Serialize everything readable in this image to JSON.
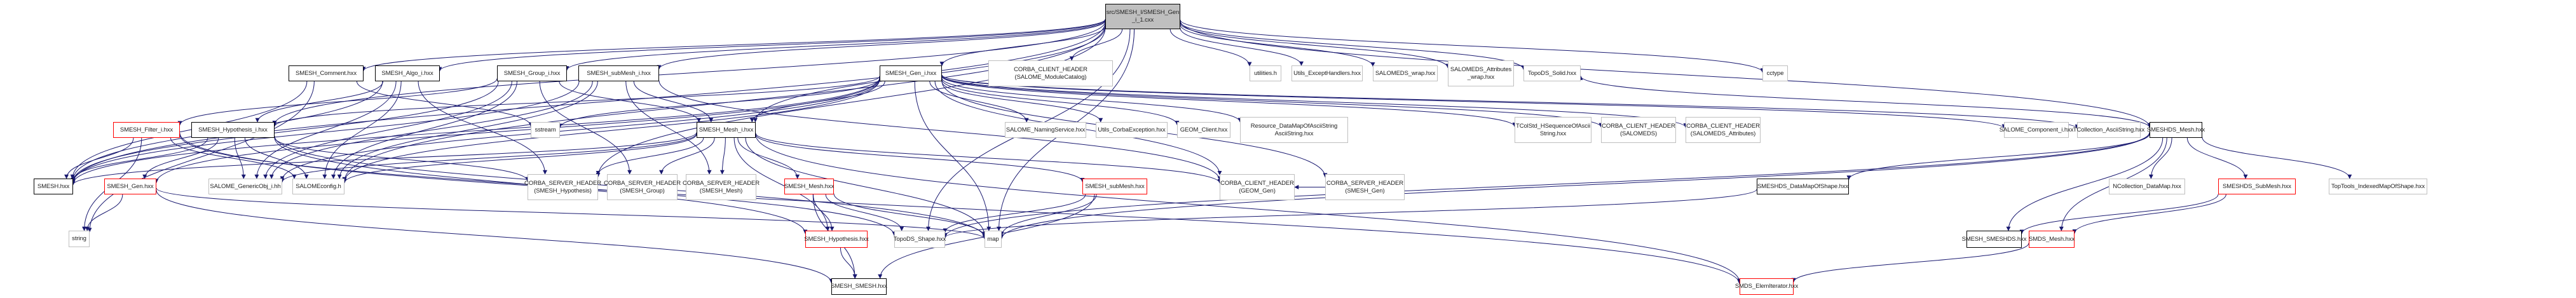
{
  "graph": {
    "title": "src/SMESH_I/SMESH_Gen_i_1.cxx include dependency graph",
    "edge_color": "#191970",
    "node_styles": {
      "root": {
        "fill": "#bfbfbf",
        "border": "#000000"
      },
      "documented": {
        "fill": "#ffffff",
        "border": "#000000"
      },
      "truncated": {
        "fill": "#ffffff",
        "border": "#ff0000"
      },
      "external": {
        "fill": "#ffffff",
        "border": "#bfbfbf"
      }
    },
    "nodes": [
      {
        "id": "root",
        "label": "src/SMESH_I/SMESH_Gen\n_i_1.cxx",
        "type": "root"
      },
      {
        "id": "comment",
        "label": "SMESH_Comment.hxx",
        "type": "documented"
      },
      {
        "id": "algo_i",
        "label": "SMESH_Algo_i.hxx",
        "type": "documented"
      },
      {
        "id": "group_i",
        "label": "SMESH_Group_i.hxx",
        "type": "documented"
      },
      {
        "id": "submesh_i",
        "label": "SMESH_subMesh_i.hxx",
        "type": "documented"
      },
      {
        "id": "gen_i",
        "label": "SMESH_Gen_i.hxx",
        "type": "documented"
      },
      {
        "id": "cc_modcat",
        "label": "CORBA_CLIENT_HEADER\n(SALOME_ModuleCatalog)",
        "type": "external"
      },
      {
        "id": "utilities",
        "label": "utilities.h",
        "type": "external"
      },
      {
        "id": "utils_exc",
        "label": "Utils_ExceptHandlers.hxx",
        "type": "external"
      },
      {
        "id": "salomeds_wrap",
        "label": "SALOMEDS_wrap.hxx",
        "type": "external"
      },
      {
        "id": "salomeds_attr_wrap",
        "label": "SALOMEDS_Attributes\n_wrap.hxx",
        "type": "external"
      },
      {
        "id": "topods_solid",
        "label": "TopoDS_Solid.hxx",
        "type": "external"
      },
      {
        "id": "cctype",
        "label": "cctype",
        "type": "external"
      },
      {
        "id": "filter_i",
        "label": "SMESH_Filter_i.hxx",
        "type": "truncated"
      },
      {
        "id": "hyp_i",
        "label": "SMESH_Hypothesis_i.hxx",
        "type": "documented"
      },
      {
        "id": "sstream",
        "label": "sstream",
        "type": "external"
      },
      {
        "id": "mesh_i",
        "label": "SMESH_Mesh_i.hxx",
        "type": "documented"
      },
      {
        "id": "naming",
        "label": "SALOME_NamingService.hxx",
        "type": "external"
      },
      {
        "id": "corbaexc",
        "label": "Utils_CorbaException.hxx",
        "type": "external"
      },
      {
        "id": "geom_client",
        "label": "GEOM_Client.hxx",
        "type": "external"
      },
      {
        "id": "resource",
        "label": "Resource_DataMapOfAsciiString\nAsciiString.hxx",
        "type": "external"
      },
      {
        "id": "tcolstd",
        "label": "TColStd_HSequenceOfAscii\nString.hxx",
        "type": "external"
      },
      {
        "id": "cc_salomeds",
        "label": "CORBA_CLIENT_HEADER\n(SALOMEDS)",
        "type": "external"
      },
      {
        "id": "cc_salomeds_attr",
        "label": "CORBA_CLIENT_HEADER\n(SALOMEDS_Attributes)",
        "type": "external"
      },
      {
        "id": "salome_comp",
        "label": "SALOME_Component_i.hxx",
        "type": "external"
      },
      {
        "id": "tcoll_ascii",
        "label": "TCollection_AsciiString.hxx",
        "type": "external"
      },
      {
        "id": "smeshds_mesh",
        "label": "SMESHDS_Mesh.hxx",
        "type": "documented"
      },
      {
        "id": "smesh_hxx",
        "label": "SMESH.hxx",
        "type": "documented"
      },
      {
        "id": "smesh_gen",
        "label": "SMESH_Gen.hxx",
        "type": "truncated"
      },
      {
        "id": "generic_obj",
        "label": "SALOME_GenericObj_i.hh",
        "type": "external"
      },
      {
        "id": "salomeconfig",
        "label": "SALOMEconfig.h",
        "type": "external"
      },
      {
        "id": "cs_hyp",
        "label": "CORBA_SERVER_HEADER\n(SMESH_Hypothesis)",
        "type": "external"
      },
      {
        "id": "cs_group",
        "label": "CORBA_SERVER_HEADER\n(SMESH_Group)",
        "type": "external"
      },
      {
        "id": "cs_mesh",
        "label": "CORBA_SERVER_HEADER\n(SMESH_Mesh)",
        "type": "external"
      },
      {
        "id": "smesh_mesh",
        "label": "SMESH_Mesh.hxx",
        "type": "truncated"
      },
      {
        "id": "smesh_submesh",
        "label": "SMESH_subMesh.hxx",
        "type": "truncated"
      },
      {
        "id": "cc_geom",
        "label": "CORBA_CLIENT_HEADER\n(GEOM_Gen)",
        "type": "external"
      },
      {
        "id": "cs_gen",
        "label": "CORBA_SERVER_HEADER\n(SMESH_Gen)",
        "type": "external"
      },
      {
        "id": "datamapshape",
        "label": "SMESHDS_DataMapOfShape.hxx",
        "type": "documented"
      },
      {
        "id": "ncoll_datamap",
        "label": "NCollection_DataMap.hxx",
        "type": "external"
      },
      {
        "id": "smeshds_submesh",
        "label": "SMESHDS_SubMesh.hxx",
        "type": "truncated"
      },
      {
        "id": "toptools",
        "label": "TopTools_IndexedMapOfShape.hxx",
        "type": "external"
      },
      {
        "id": "string",
        "label": "string",
        "type": "external"
      },
      {
        "id": "smesh_hyp",
        "label": "SMESH_Hypothesis.hxx",
        "type": "truncated"
      },
      {
        "id": "topods_shape",
        "label": "TopoDS_Shape.hxx",
        "type": "external"
      },
      {
        "id": "map",
        "label": "map",
        "type": "external"
      },
      {
        "id": "smesh_smesh",
        "label": "SMESH_SMESH.hxx",
        "type": "documented"
      },
      {
        "id": "smesh_smeshds",
        "label": "SMESH_SMESHDS.hxx",
        "type": "documented"
      },
      {
        "id": "smds_mesh",
        "label": "SMDS_Mesh.hxx",
        "type": "truncated"
      },
      {
        "id": "smds_elemiter",
        "label": "SMDS_ElemIterator.hxx",
        "type": "truncated"
      }
    ],
    "edges": [
      [
        "root",
        "comment"
      ],
      [
        "root",
        "algo_i"
      ],
      [
        "root",
        "group_i"
      ],
      [
        "root",
        "submesh_i"
      ],
      [
        "root",
        "gen_i"
      ],
      [
        "root",
        "cc_modcat"
      ],
      [
        "root",
        "utilities"
      ],
      [
        "root",
        "utils_exc"
      ],
      [
        "root",
        "salomeds_wrap"
      ],
      [
        "root",
        "salomeds_attr_wrap"
      ],
      [
        "root",
        "topods_solid"
      ],
      [
        "root",
        "cctype"
      ],
      [
        "root",
        "hyp_i"
      ],
      [
        "root",
        "mesh_i"
      ],
      [
        "root",
        "smeshds_mesh"
      ],
      [
        "root",
        "smesh_hxx"
      ],
      [
        "root",
        "salomeconfig"
      ],
      [
        "root",
        "cs_hyp"
      ],
      [
        "root",
        "map"
      ],
      [
        "root",
        "topods_shape"
      ],
      [
        "comment",
        "smesh_hxx"
      ],
      [
        "comment",
        "sstream"
      ],
      [
        "comment",
        "string"
      ],
      [
        "algo_i",
        "hyp_i"
      ],
      [
        "algo_i",
        "smesh_hxx"
      ],
      [
        "algo_i",
        "generic_obj"
      ],
      [
        "algo_i",
        "salomeconfig"
      ],
      [
        "algo_i",
        "cs_hyp"
      ],
      [
        "group_i",
        "smesh_hxx"
      ],
      [
        "group_i",
        "mesh_i"
      ],
      [
        "group_i",
        "generic_obj"
      ],
      [
        "group_i",
        "salomeconfig"
      ],
      [
        "group_i",
        "cs_group"
      ],
      [
        "group_i",
        "filter_i"
      ],
      [
        "submesh_i",
        "smesh_hxx"
      ],
      [
        "submesh_i",
        "mesh_i"
      ],
      [
        "submesh_i",
        "generic_obj"
      ],
      [
        "submesh_i",
        "salomeconfig"
      ],
      [
        "submesh_i",
        "cs_mesh"
      ],
      [
        "submesh_i",
        "cc_geom"
      ],
      [
        "gen_i",
        "hyp_i"
      ],
      [
        "gen_i",
        "mesh_i"
      ],
      [
        "gen_i",
        "smesh_hxx"
      ],
      [
        "gen_i",
        "smesh_gen"
      ],
      [
        "gen_i",
        "naming"
      ],
      [
        "gen_i",
        "corbaexc"
      ],
      [
        "gen_i",
        "geom_client"
      ],
      [
        "gen_i",
        "resource"
      ],
      [
        "gen_i",
        "tcolstd"
      ],
      [
        "gen_i",
        "cc_salomeds"
      ],
      [
        "gen_i",
        "cc_salomeds_attr"
      ],
      [
        "gen_i",
        "salome_comp"
      ],
      [
        "gen_i",
        "tcoll_ascii"
      ],
      [
        "gen_i",
        "salomeconfig"
      ],
      [
        "gen_i",
        "cc_geom"
      ],
      [
        "gen_i",
        "cs_gen"
      ],
      [
        "gen_i",
        "sstream"
      ],
      [
        "gen_i",
        "map"
      ],
      [
        "gen_i",
        "generic_obj"
      ],
      [
        "filter_i",
        "smesh_hxx"
      ],
      [
        "filter_i",
        "salomeconfig"
      ],
      [
        "filter_i",
        "smds_elemiter"
      ],
      [
        "filter_i",
        "topods_shape"
      ],
      [
        "filter_i",
        "string"
      ],
      [
        "hyp_i",
        "smesh_hxx"
      ],
      [
        "hyp_i",
        "generic_obj"
      ],
      [
        "hyp_i",
        "salomeconfig"
      ],
      [
        "hyp_i",
        "cs_hyp"
      ],
      [
        "hyp_i",
        "smesh_hyp"
      ],
      [
        "hyp_i",
        "smesh_gen"
      ],
      [
        "hyp_i",
        "map"
      ],
      [
        "mesh_i",
        "smesh_hxx"
      ],
      [
        "mesh_i",
        "generic_obj"
      ],
      [
        "mesh_i",
        "salomeconfig"
      ],
      [
        "mesh_i",
        "cs_mesh"
      ],
      [
        "mesh_i",
        "cs_group"
      ],
      [
        "mesh_i",
        "cs_hyp"
      ],
      [
        "mesh_i",
        "smesh_mesh"
      ],
      [
        "mesh_i",
        "smesh_submesh"
      ],
      [
        "mesh_i",
        "smesh_hyp"
      ],
      [
        "mesh_i",
        "cc_geom"
      ],
      [
        "mesh_i",
        "map"
      ],
      [
        "mesh_i",
        "smds_elemiter"
      ],
      [
        "smeshds_mesh",
        "smesh_smeshds"
      ],
      [
        "smeshds_mesh",
        "smds_mesh"
      ],
      [
        "smeshds_mesh",
        "smeshds_submesh"
      ],
      [
        "smeshds_mesh",
        "ncoll_datamap"
      ],
      [
        "smeshds_mesh",
        "toptools"
      ],
      [
        "smeshds_mesh",
        "datamapshape"
      ],
      [
        "smeshds_mesh",
        "topods_shape"
      ],
      [
        "smeshds_mesh",
        "map"
      ],
      [
        "smeshds_mesh",
        "topods_solid"
      ],
      [
        "smesh_gen",
        "string"
      ],
      [
        "smesh_gen",
        "smesh_smesh"
      ],
      [
        "smesh_gen",
        "map"
      ],
      [
        "smesh_mesh",
        "smesh_hyp"
      ],
      [
        "smesh_mesh",
        "smesh_smesh"
      ],
      [
        "smesh_mesh",
        "topods_shape"
      ],
      [
        "smesh_mesh",
        "map"
      ],
      [
        "smesh_submesh",
        "smesh_smesh"
      ],
      [
        "smesh_submesh",
        "topods_shape"
      ],
      [
        "smesh_submesh",
        "map"
      ],
      [
        "smesh_hyp",
        "smesh_smesh"
      ],
      [
        "datamapshape",
        "topods_shape"
      ],
      [
        "smeshds_submesh",
        "smesh_smeshds"
      ],
      [
        "smeshds_submesh",
        "smds_mesh"
      ],
      [
        "smds_mesh",
        "smds_elemiter"
      ],
      [
        "cs_gen",
        "cc_geom"
      ]
    ]
  }
}
